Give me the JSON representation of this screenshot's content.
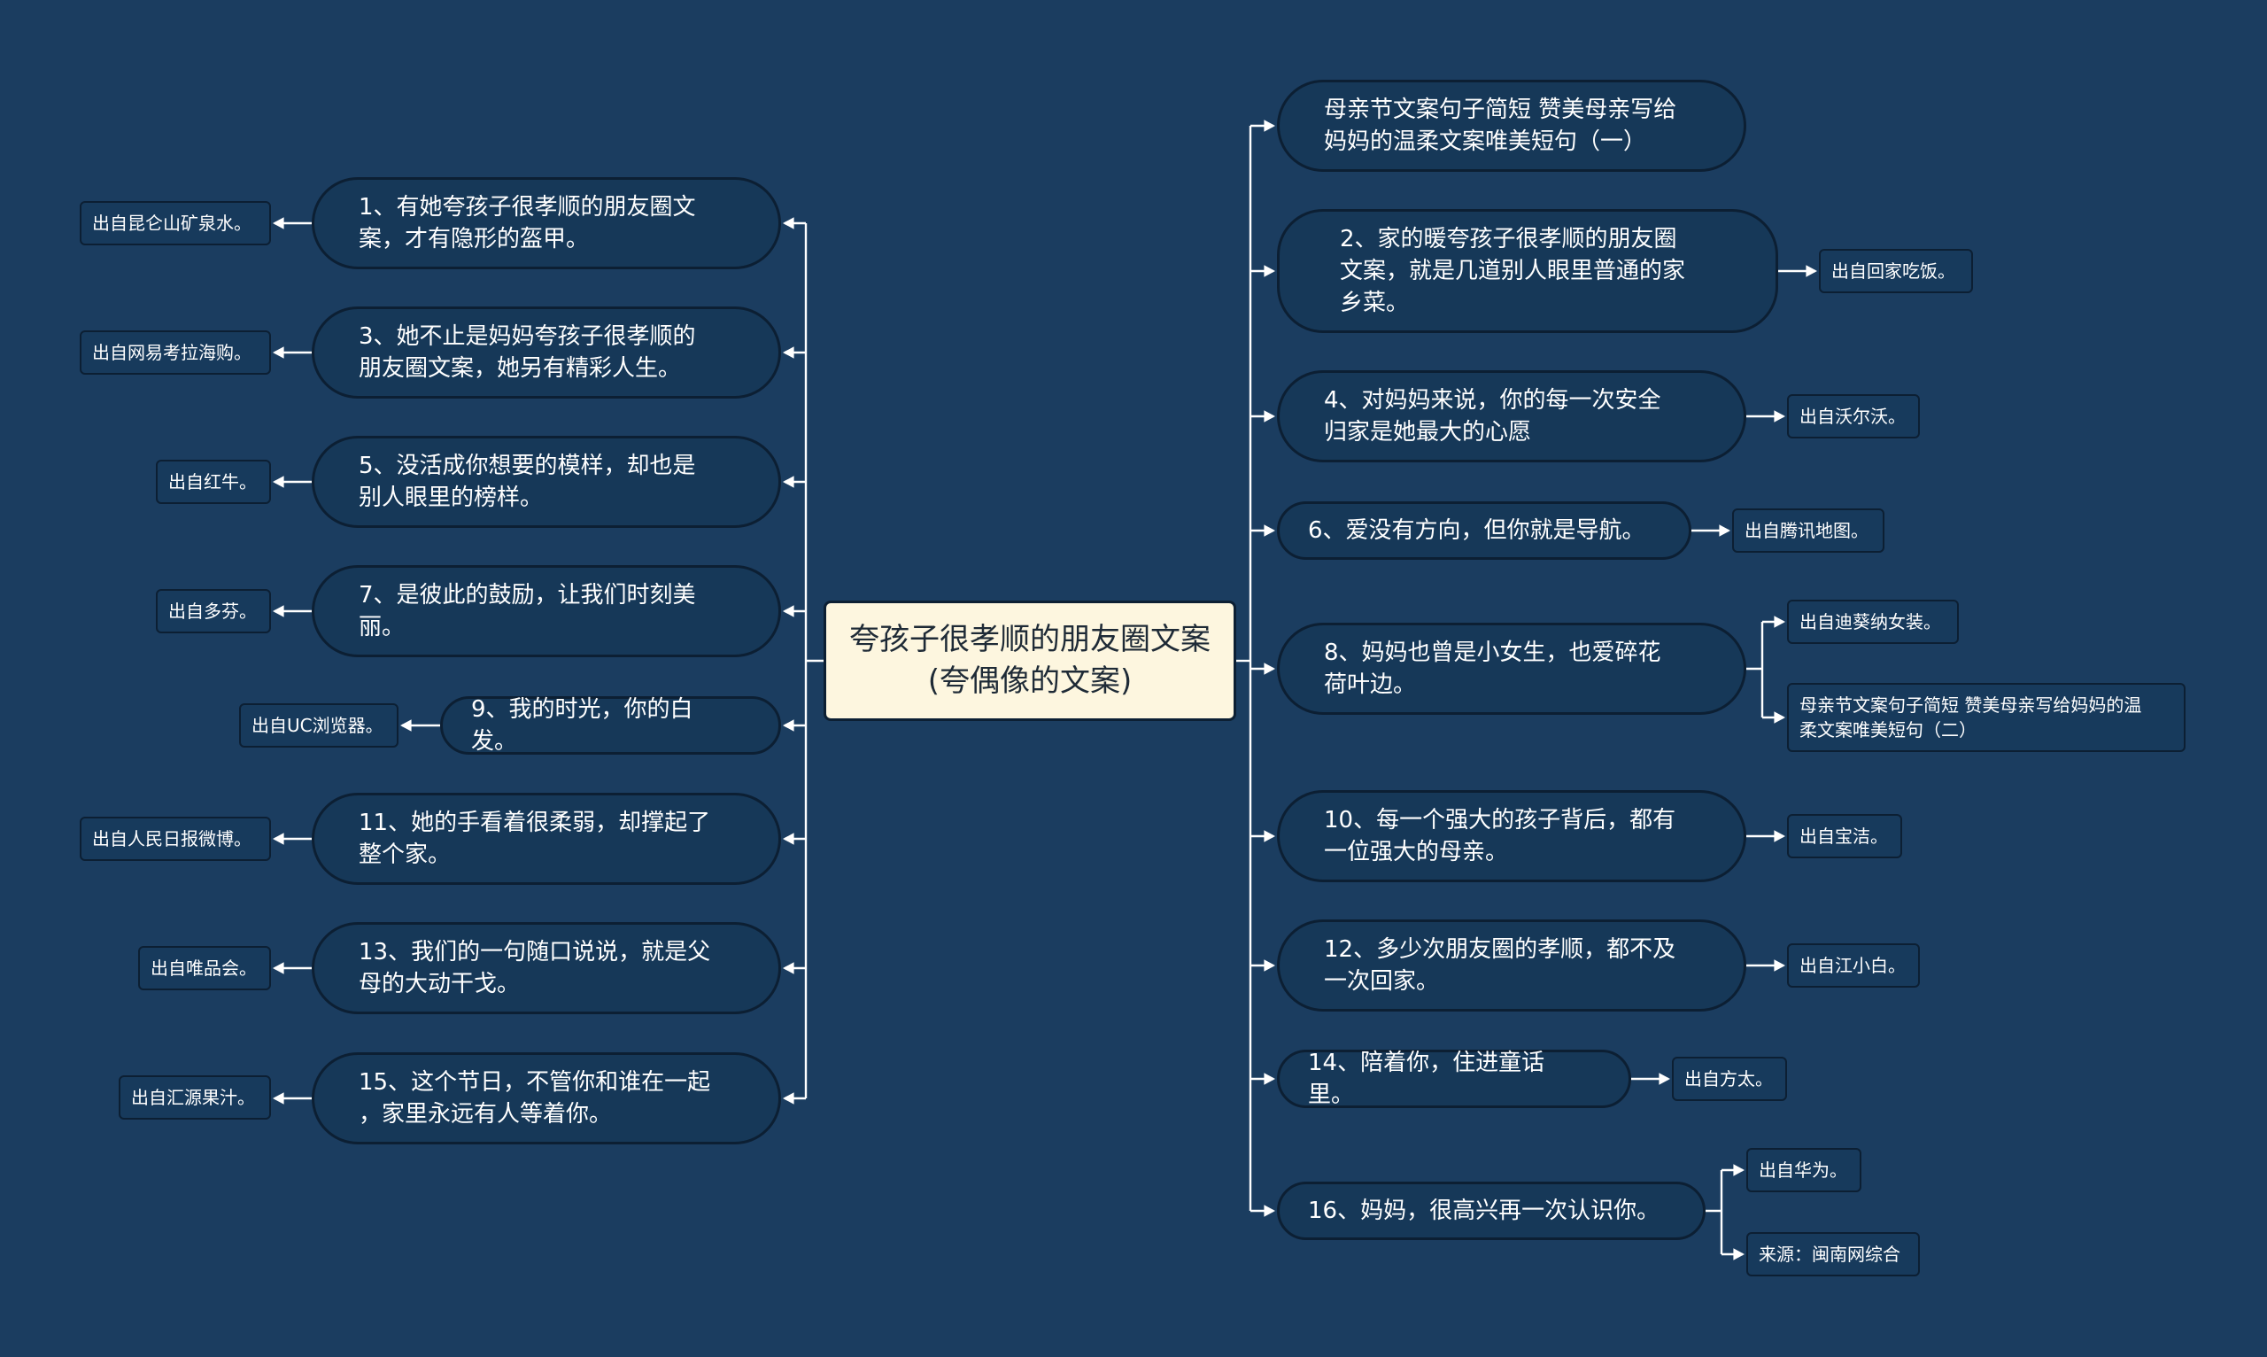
{
  "root": {
    "text": "夸孩子很孝顺的朋友圈文案(夸偶像的文案)"
  },
  "left_branches": [
    {
      "text": "1、有她夸孩子很孝顺的朋友圈文\n案，才有隐形的盔甲。",
      "leaves": [
        "出自昆仑山矿泉水。"
      ]
    },
    {
      "text": "3、她不止是妈妈夸孩子很孝顺的\n朋友圈文案，她另有精彩人生。",
      "leaves": [
        "出自网易考拉海购。"
      ]
    },
    {
      "text": "5、没活成你想要的模样，却也是\n别人眼里的榜样。",
      "leaves": [
        "出自红牛。"
      ]
    },
    {
      "text": "7、是彼此的鼓励，让我们时刻美\n丽。",
      "leaves": [
        "出自多芬。"
      ]
    },
    {
      "text": "9、我的时光，你的白发。",
      "leaves": [
        "出自UC浏览器。"
      ]
    },
    {
      "text": "11、她的手看着很柔弱，却撑起了\n整个家。",
      "leaves": [
        "出自人民日报微博。"
      ]
    },
    {
      "text": "13、我们的一句随口说说，就是父\n母的大动干戈。",
      "leaves": [
        "出自唯品会。"
      ]
    },
    {
      "text": "15、这个节日，不管你和谁在一起\n，家里永远有人等着你。",
      "leaves": [
        "出自汇源果汁。"
      ]
    }
  ],
  "right_branches": [
    {
      "text": "母亲节文案句子简短 赞美母亲写给\n妈妈的温柔文案唯美短句（一）",
      "leaves": []
    },
    {
      "text": "2、家的暖夸孩子很孝顺的朋友圈\n文案，就是几道别人眼里普通的家\n乡菜。",
      "leaves": [
        "出自回家吃饭。"
      ]
    },
    {
      "text": "4、对妈妈来说，你的每一次安全\n归家是她最大的心愿",
      "leaves": [
        "出自沃尔沃。"
      ]
    },
    {
      "text": "6、爱没有方向，但你就是导航。",
      "leaves": [
        "出自腾讯地图。"
      ]
    },
    {
      "text": "8、妈妈也曾是小女生，也爱碎花\n荷叶边。",
      "leaves": [
        "出自迪葵纳女装。",
        "母亲节文案句子简短 赞美母亲写给妈妈的温\n柔文案唯美短句（二）"
      ]
    },
    {
      "text": "10、每一个强大的孩子背后，都有\n一位强大的母亲。",
      "leaves": [
        "出自宝洁。"
      ]
    },
    {
      "text": "12、多少次朋友圈的孝顺，都不及\n一次回家。",
      "leaves": [
        "出自江小白。"
      ]
    },
    {
      "text": "14、陪着你，住进童话里。",
      "leaves": [
        "出自方太。"
      ]
    },
    {
      "text": "16、妈妈，很高兴再一次认识你。",
      "leaves": [
        "出自华为。",
        "来源：闽南网综合"
      ]
    }
  ],
  "colors": {
    "background": "#1b3d60",
    "node_fill": "#163858",
    "node_border": "#0c1f33",
    "root_fill": "#fdf6df",
    "root_text": "#1e2a36",
    "wire": "#ffffff",
    "text": "#ffffff"
  }
}
